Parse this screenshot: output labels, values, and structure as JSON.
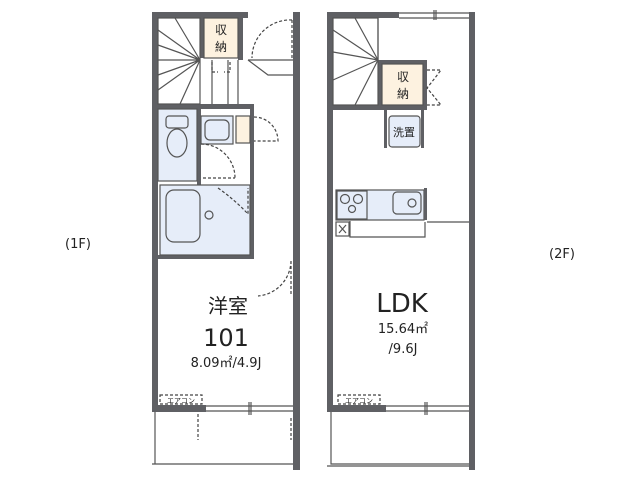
{
  "floor_labels": {
    "first": "(1F)",
    "second": "(2F)"
  },
  "first_floor": {
    "storage_label": "収納",
    "room_name": "洋室",
    "room_number": "101",
    "room_area": "8.09㎡/4.9J",
    "aircon_label": "エアコン"
  },
  "second_floor": {
    "storage_label": "収納",
    "washer_label": "洗置",
    "room_name": "LDK",
    "room_area_sqm": "15.64㎡",
    "room_area_jo": "/9.6J",
    "aircon_label": "エアコン"
  },
  "colors": {
    "wall": "#5f6064",
    "wet_area": "#e6edf9",
    "storage": "#fdf2e0"
  }
}
